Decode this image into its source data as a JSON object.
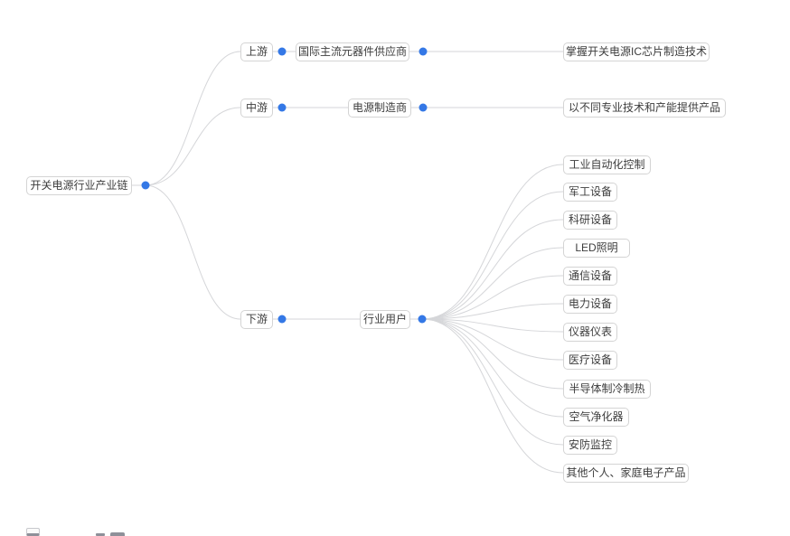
{
  "colors": {
    "dot": "#3478e6",
    "link": "#d5d6d9",
    "node_border": "#d4d4d4",
    "node_bg": "#ffffff",
    "node_text": "#3d3d3d"
  },
  "mindmap": {
    "root": {
      "id": "root",
      "label": "开关电源行业产业链",
      "children": [
        {
          "id": "upstream",
          "label": "上游",
          "children": [
            {
              "id": "suppliers",
              "label": "国际主流元器件供应商",
              "children": [
                {
                  "id": "suppliers-note",
                  "label": "掌握开关电源IC芯片制造技术"
                }
              ]
            }
          ]
        },
        {
          "id": "midstream",
          "label": "中游",
          "children": [
            {
              "id": "manufacturers",
              "label": "电源制造商",
              "children": [
                {
                  "id": "manufacturers-note",
                  "label": "以不同专业技术和产能提供产品"
                }
              ]
            }
          ]
        },
        {
          "id": "downstream",
          "label": "下游",
          "children": [
            {
              "id": "industry-users",
              "label": "行业用户",
              "children": [
                {
                  "id": "leaf-industrial-automation",
                  "label": "工业自动化控制"
                },
                {
                  "id": "leaf-military-equipment",
                  "label": "军工设备"
                },
                {
                  "id": "leaf-research-equipment",
                  "label": "科研设备"
                },
                {
                  "id": "leaf-led-lighting",
                  "label": "LED照明"
                },
                {
                  "id": "leaf-telecom-equipment",
                  "label": "通信设备"
                },
                {
                  "id": "leaf-power-equipment",
                  "label": "电力设备"
                },
                {
                  "id": "leaf-instruments",
                  "label": "仪器仪表"
                },
                {
                  "id": "leaf-medical-equipment",
                  "label": "医疗设备"
                },
                {
                  "id": "leaf-semiconductor-cooling-heating",
                  "label": "半导体制冷制热"
                },
                {
                  "id": "leaf-air-purifier",
                  "label": "空气净化器"
                },
                {
                  "id": "leaf-security-monitoring",
                  "label": "安防监控"
                },
                {
                  "id": "leaf-other-personal-home-electronics",
                  "label": "其他个人、家庭电子产品"
                }
              ]
            }
          ]
        }
      ]
    }
  }
}
